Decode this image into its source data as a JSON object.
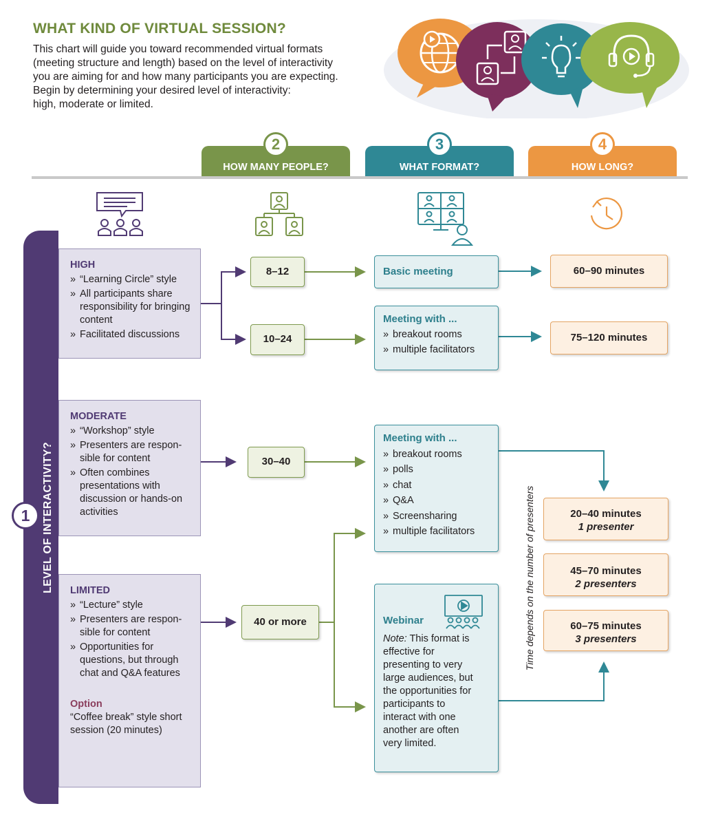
{
  "title": "WHAT KIND OF VIRTUAL SESSION?",
  "intro_lines": [
    "This chart will guide you toward recommended virtual formats",
    "(meeting structure and length) based on the level of interactivity",
    "you are aiming for and how many participants you are expecting.",
    "Begin by determining your desired level of interactivity:",
    "high, moderate or limited."
  ],
  "steps": {
    "level": {
      "number": "1",
      "label": "LEVEL OF INTERACTIVITY?"
    },
    "people": {
      "number": "2",
      "label": "HOW MANY PEOPLE?"
    },
    "format": {
      "number": "3",
      "label": "WHAT FORMAT?"
    },
    "length": {
      "number": "4",
      "label": "HOW LONG?"
    }
  },
  "levels": {
    "high": {
      "heading": "HIGH",
      "bullets": [
        "“Learning Circle” style",
        "All participants share responsibility for bringing content",
        "Facilitated discussions"
      ]
    },
    "moderate": {
      "heading": "MODERATE",
      "bullets": [
        "“Workshop” style",
        "Presenters are respon-sible for content",
        "Often combines presentations with discussion or hands-on activities"
      ]
    },
    "limited": {
      "heading": "LIMITED",
      "bullets": [
        "“Lecture” style",
        "Presenters are respon-sible for content",
        "Opportunities for questions, but through chat and Q&A features"
      ],
      "option_heading": "Option",
      "option_text": "“Coffee break” style short session (20 minutes)"
    }
  },
  "people": {
    "p1": "8–12",
    "p2": "10–24",
    "p3": "30–40",
    "p4": "40 or more"
  },
  "formats": {
    "basic": "Basic meeting",
    "breakout": {
      "heading": "Meeting with ...",
      "items": [
        "breakout rooms",
        "multiple facilitators"
      ]
    },
    "full": {
      "heading": "Meeting with ...",
      "items": [
        "breakout rooms",
        "polls",
        "chat",
        "Q&A",
        "Screensharing",
        "multiple facilitators"
      ]
    },
    "webinar": {
      "heading": "Webinar",
      "note_label": "Note:",
      "note_text": "This format is effective for presenting to very large audiences, but the opportunities for participants to interact with one another are often very limited."
    }
  },
  "times": {
    "t1": "60–90 minutes",
    "t2": "75–120 minutes",
    "t3": {
      "main": "20–40 minutes",
      "sub": "1 presenter"
    },
    "t4": {
      "main": "45–70 minutes",
      "sub": "2 presenters"
    },
    "t5": {
      "main": "60–75 minutes",
      "sub": "3 presenters"
    }
  },
  "time_note": "Time depends on the number of presenters",
  "colors": {
    "purple": "#503a73",
    "green": "#79954a",
    "teal": "#2f8895",
    "orange": "#ec9742",
    "magenta": "#8c2f5f"
  },
  "icons": [
    "globe-play-icon",
    "people-exchange-icon",
    "lightbulb-icon",
    "headset-play-icon",
    "discussion-group-icon",
    "org-people-icon",
    "video-grid-presenter-icon",
    "clock-icon",
    "presentation-audience-icon"
  ]
}
